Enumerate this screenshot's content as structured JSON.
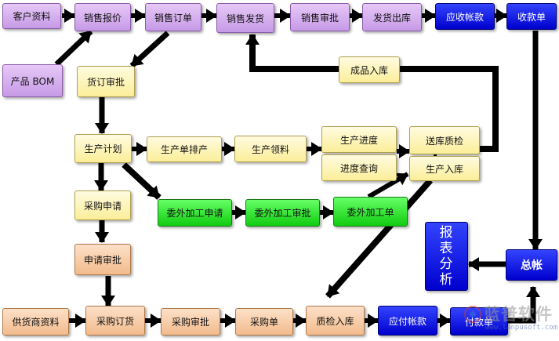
{
  "nodes": {
    "kehu_ziliao": "客户资料",
    "xiaoshou_baojia": "销售报价",
    "xiaoshou_dingdan": "销售订单",
    "xiaoshou_fahuo": "销售发货",
    "xiaoshou_shenpi": "销售审批",
    "fahuo_chuku": "发货出库",
    "yingshou_zhangkuan": "应收帐款",
    "shoukuan_dan": "收款单",
    "chanpin_bom": "产品 BOM",
    "huoding_shenpi": "货订审批",
    "chengpin_ruku": "成品入库",
    "shengchan_jihua": "生产计划",
    "shengchandan_paichan": "生产单排产",
    "shengchan_lingliao": "生产领料",
    "shengchan_jindu": "生产进度",
    "jindu_chaxun": "进度查询",
    "songku_zhijian": "送库质检",
    "shengchan_ruku": "生产入库",
    "caigou_shenqing": "采购申请",
    "weiwai_jiagong_shenqing": "委外加工申请",
    "weiwai_jiagong_shenpi": "委外加工审批",
    "weiwai_jiagong_dan": "委外加工单",
    "shenqing_shenpi": "申请审批",
    "zongzhang": "总帐",
    "baobiao_fenxi": [
      "报",
      "表",
      "分",
      "析"
    ],
    "gonghuoshang_ziliao": "供货商资料",
    "caigou_dinghuo": "采购订货",
    "caigou_shenpi": "采购审批",
    "caigou_dan": "采购单",
    "zhijian_ruku": "质检入库",
    "yingfu_zhangkuan": "应付帐款",
    "fukuan_dan": "付款单"
  },
  "watermark": {
    "text": "蓝普软件",
    "url": "www.lanpusoft.com"
  },
  "colors": {
    "arrow": "#000000",
    "purple": "#d4b0ee",
    "yellow": "#fdf3b0",
    "green": "#22dd22",
    "orange": "#f7cba5",
    "blue": "#0010e0"
  }
}
